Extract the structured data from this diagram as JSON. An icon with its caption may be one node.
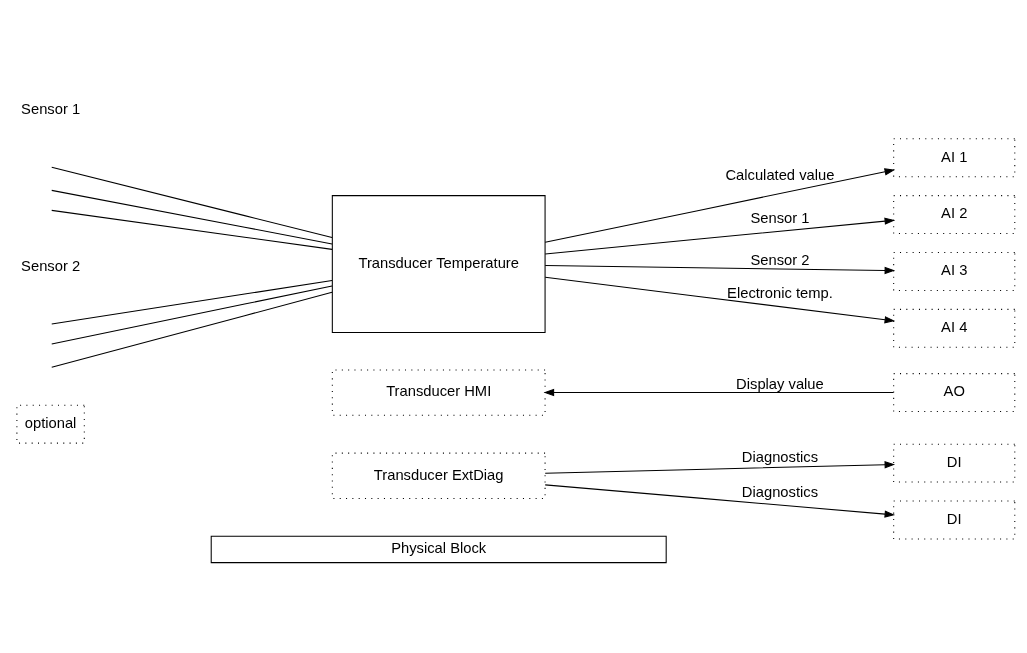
{
  "diagram": {
    "nodes": [
      {
        "text": [
          "Transducer Temperature"
        ]
      },
      {
        "text": [
          "AI 1"
        ]
      },
      {
        "text": [
          "AI 2"
        ]
      },
      {
        "text": [
          "AI 3"
        ]
      },
      {
        "text": [
          "AI 4"
        ]
      },
      {
        "text": [
          "Transducer HMI"
        ]
      },
      {
        "text": [
          "AO"
        ]
      },
      {
        "text": [
          "Transducer ExtDiag"
        ]
      },
      {
        "text": [
          "DI"
        ]
      },
      {
        "text": [
          "DI"
        ]
      },
      {
        "text": [
          "Physical Block"
        ]
      }
    ],
    "edges": [
      {
        "from": null,
        "to": 0,
        "arrow": "none"
      },
      {
        "from": null,
        "to": 0,
        "arrow": "none"
      },
      {
        "from": null,
        "to": 0,
        "arrow": "none"
      },
      {
        "from": null,
        "to": 0,
        "arrow": "none"
      },
      {
        "from": null,
        "to": 0,
        "arrow": "none"
      },
      {
        "from": null,
        "to": 0,
        "arrow": "none"
      },
      {
        "from": 0,
        "to": 1,
        "arrow": "to",
        "label": "Calculated value"
      },
      {
        "from": 0,
        "to": 2,
        "arrow": "to",
        "label": "Sensor 1"
      },
      {
        "from": 0,
        "to": 3,
        "arrow": "to",
        "label": "Sensor 2"
      },
      {
        "from": 0,
        "to": 4,
        "arrow": "to",
        "label": "Electronic temp."
      },
      {
        "from": 6,
        "to": 5,
        "arrow": "to",
        "label": "Display value"
      },
      {
        "from": 7,
        "to": 8,
        "arrow": "to",
        "label": "Diagnostics"
      },
      {
        "from": 7,
        "to": 9,
        "arrow": "to",
        "label": "Diagnostics"
      }
    ],
    "labels": [
      "Sensor 1",
      "Sensor 2"
    ],
    "legend": [
      {
        "text": "optional"
      }
    ]
  }
}
